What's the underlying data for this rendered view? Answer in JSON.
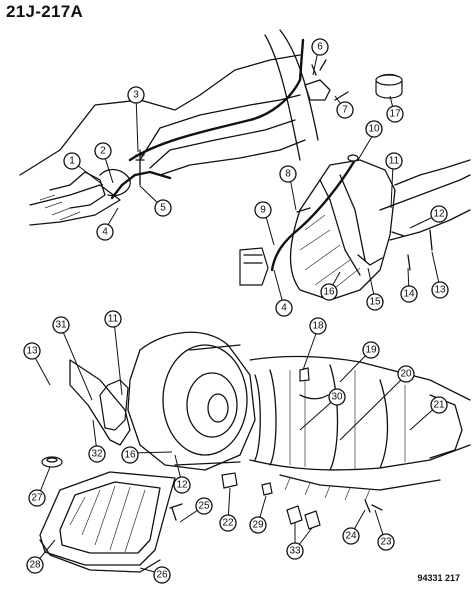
{
  "diagram": {
    "code": "21J-217A",
    "reference": "94331 217"
  },
  "callouts": [
    {
      "id": "c1",
      "label": "1"
    },
    {
      "id": "c2",
      "label": "2"
    },
    {
      "id": "c3",
      "label": "3"
    },
    {
      "id": "c4a",
      "label": "4"
    },
    {
      "id": "c5",
      "label": "5"
    },
    {
      "id": "c6",
      "label": "6"
    },
    {
      "id": "c7",
      "label": "7"
    },
    {
      "id": "c17",
      "label": "17"
    },
    {
      "id": "c10",
      "label": "10"
    },
    {
      "id": "c8",
      "label": "8"
    },
    {
      "id": "c11a",
      "label": "11"
    },
    {
      "id": "c9",
      "label": "9"
    },
    {
      "id": "c12a",
      "label": "12"
    },
    {
      "id": "c4b",
      "label": "4"
    },
    {
      "id": "c16a",
      "label": "16"
    },
    {
      "id": "c15",
      "label": "15"
    },
    {
      "id": "c14",
      "label": "14"
    },
    {
      "id": "c13a",
      "label": "13"
    },
    {
      "id": "c31",
      "label": "31"
    },
    {
      "id": "c11b",
      "label": "11"
    },
    {
      "id": "c18",
      "label": "18"
    },
    {
      "id": "c13b",
      "label": "13"
    },
    {
      "id": "c19",
      "label": "19"
    },
    {
      "id": "c20",
      "label": "20"
    },
    {
      "id": "c30",
      "label": "30"
    },
    {
      "id": "c21",
      "label": "21"
    },
    {
      "id": "c32",
      "label": "32"
    },
    {
      "id": "c16b",
      "label": "16"
    },
    {
      "id": "c12b",
      "label": "12"
    },
    {
      "id": "c27",
      "label": "27"
    },
    {
      "id": "c25",
      "label": "25"
    },
    {
      "id": "c22",
      "label": "22"
    },
    {
      "id": "c29",
      "label": "29"
    },
    {
      "id": "c24",
      "label": "24"
    },
    {
      "id": "c23",
      "label": "23"
    },
    {
      "id": "c28",
      "label": "28"
    },
    {
      "id": "c26",
      "label": "26"
    },
    {
      "id": "c33",
      "label": "33"
    }
  ]
}
